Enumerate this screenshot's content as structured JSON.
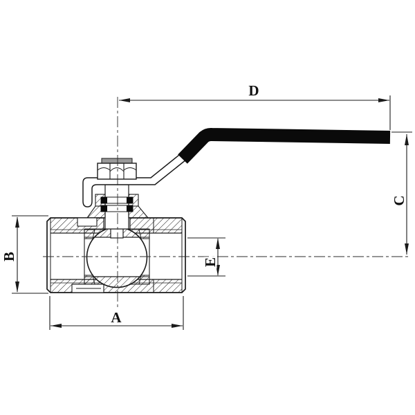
{
  "drawing": {
    "kind": "ball-valve-cross-section-technical-drawing",
    "background": "#ffffff",
    "line_color": "#1a1a1a",
    "handle_color": "#0a0a0a",
    "nut_cap_color": "#999999"
  },
  "dimension_labels": {
    "A": "A",
    "B": "B",
    "C": "C",
    "D": "D",
    "E": "E"
  }
}
